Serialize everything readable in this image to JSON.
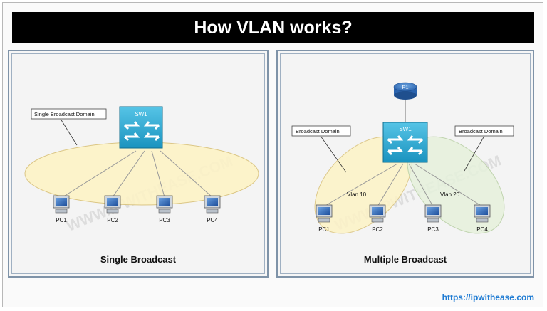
{
  "title": "How VLAN works?",
  "left_panel": {
    "label": "Single Broadcast",
    "switch_label": "SW1",
    "callout": "Single Broadcast Domain",
    "pcs": [
      "PC1",
      "PC2",
      "PC3",
      "PC4"
    ],
    "watermark": "WWW.IPWITHEASE.COM"
  },
  "right_panel": {
    "label": "Multiple Broadcast",
    "switch_label": "SW1",
    "router_label": "R1",
    "callout_left": "Broadcast Domain",
    "callout_right": "Broadcast Domain",
    "vlan_a": "Vlan 10",
    "vlan_b": "Vlan 20",
    "pcs": [
      "PC1",
      "PC2",
      "PC3",
      "PC4"
    ],
    "watermark": "WWW.IPWITHEASE.COM"
  },
  "footer": "https://ipwithease.com",
  "colors": {
    "switch_fill": "#2aaad2",
    "domain_fill": "#fdf3c6",
    "domain_green": "#e6f1dc",
    "router_fill": "#3d7fc8",
    "title_bg": "#000000",
    "link": "#1e7bd3"
  }
}
